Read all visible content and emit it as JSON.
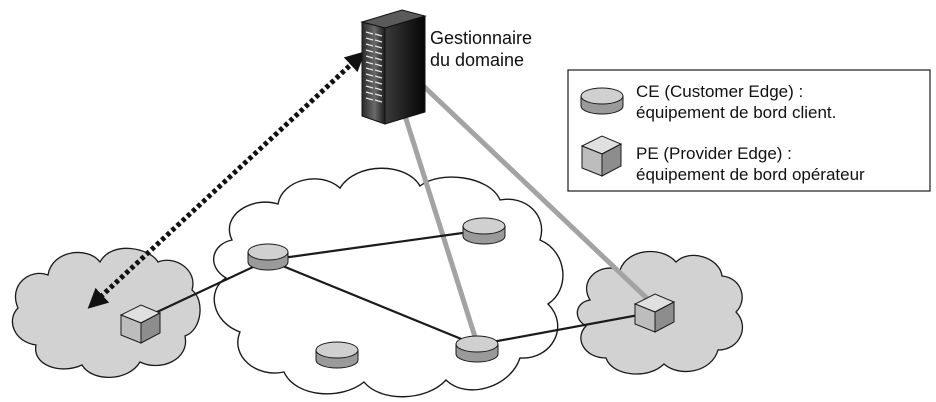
{
  "server": {
    "label_line1": "Gestionnaire",
    "label_line2": "du domaine",
    "icon": "server-tower-icon"
  },
  "legend": {
    "ce": {
      "line1": "CE (Customer Edge) :",
      "line2": "équipement de bord client.",
      "icon": "ce-disc-icon"
    },
    "pe": {
      "line1": "PE (Provider Edge) :",
      "line2": "équipement de bord opérateur",
      "icon": "pe-cube-icon"
    }
  },
  "colors": {
    "cloud_fill_gray": "#d2d2d2",
    "cloud_fill_center": "#ffffff",
    "link_black": "#1a1a1a",
    "link_gray": "#a3a3a3",
    "device_fill": "#c8c8c8"
  }
}
